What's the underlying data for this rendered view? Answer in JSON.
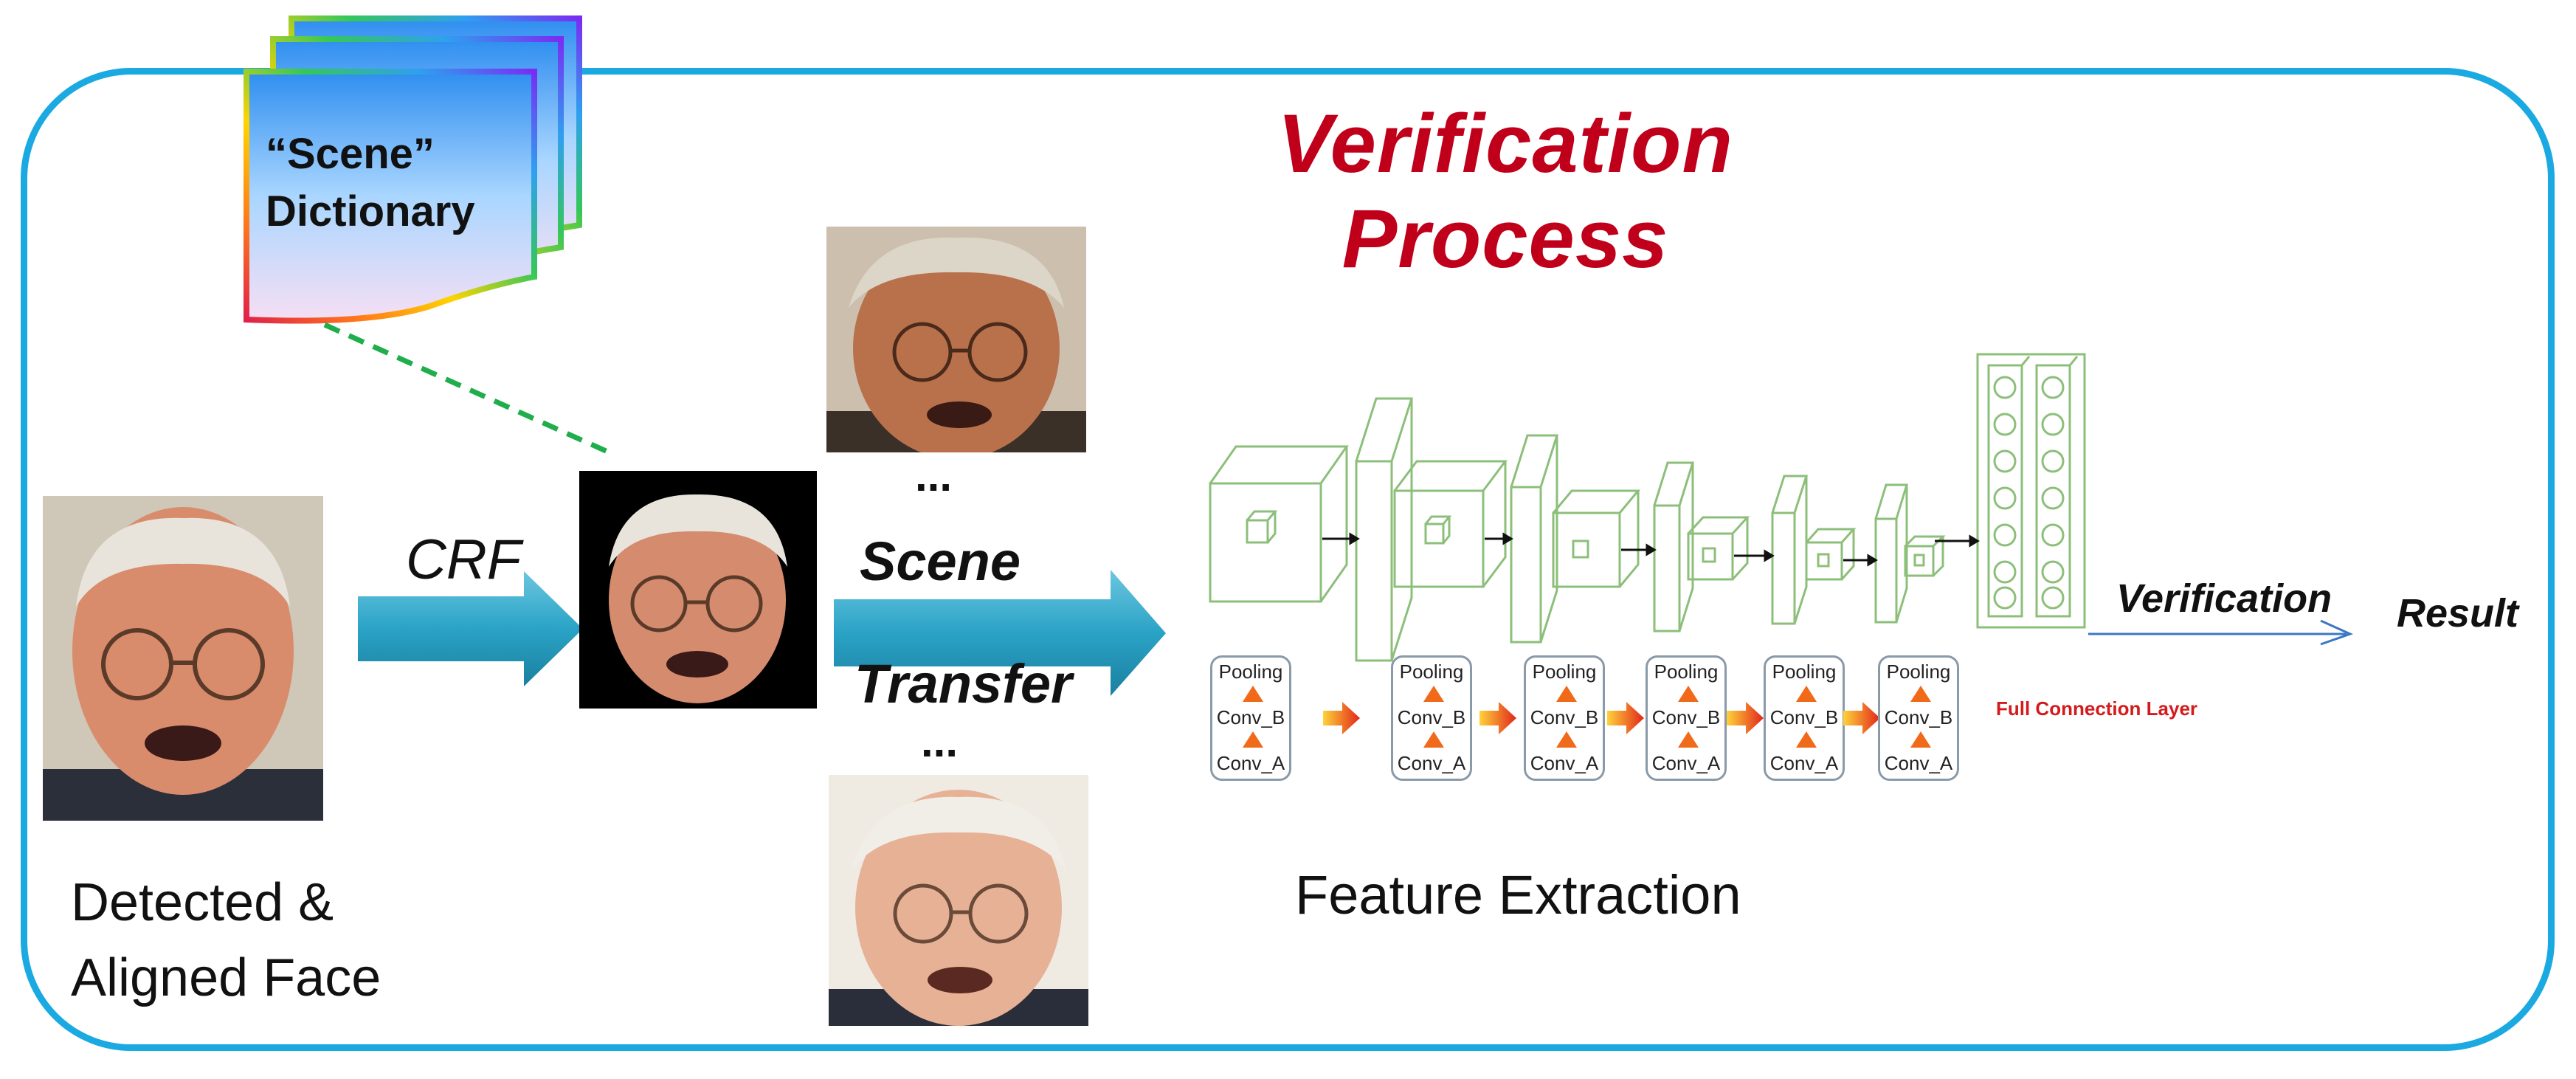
{
  "title": "Verification Process",
  "dictionary": {
    "line1": "“Scene”",
    "line2": "Dictionary"
  },
  "labels": {
    "crf": "CRF",
    "scene": "Scene",
    "transfer": "Transfer",
    "ellipsis": "...",
    "detected_line1": "Detected &",
    "detected_line2": "Aligned Face",
    "feature_extraction": "Feature Extraction",
    "verification": "Verification",
    "result": "Result",
    "full_connection": "Full Connection Layer"
  },
  "cnn_blocks": [
    {
      "top": "Pooling",
      "mid": "Conv_B",
      "bot": "Conv_A"
    },
    {
      "top": "Pooling",
      "mid": "Conv_B",
      "bot": "Conv_A"
    },
    {
      "top": "Pooling",
      "mid": "Conv_B",
      "bot": "Conv_A"
    },
    {
      "top": "Pooling",
      "mid": "Conv_B",
      "bot": "Conv_A"
    },
    {
      "top": "Pooling",
      "mid": "Conv_B",
      "bot": "Conv_A"
    },
    {
      "top": "Pooling",
      "mid": "Conv_B",
      "bot": "Conv_A"
    }
  ],
  "colors": {
    "frame": "#1aa9e0",
    "title": "#c0001a",
    "arrow": "#2aa3c6",
    "dashed_link": "#1fae4b",
    "cnn_lines": "#8cbf7a",
    "fc_label": "#d41a1a",
    "verification_arrow": "#3b78c4"
  },
  "icons": {
    "dictionary": "stacked-document-icon",
    "faces": "face-photo-icon"
  }
}
